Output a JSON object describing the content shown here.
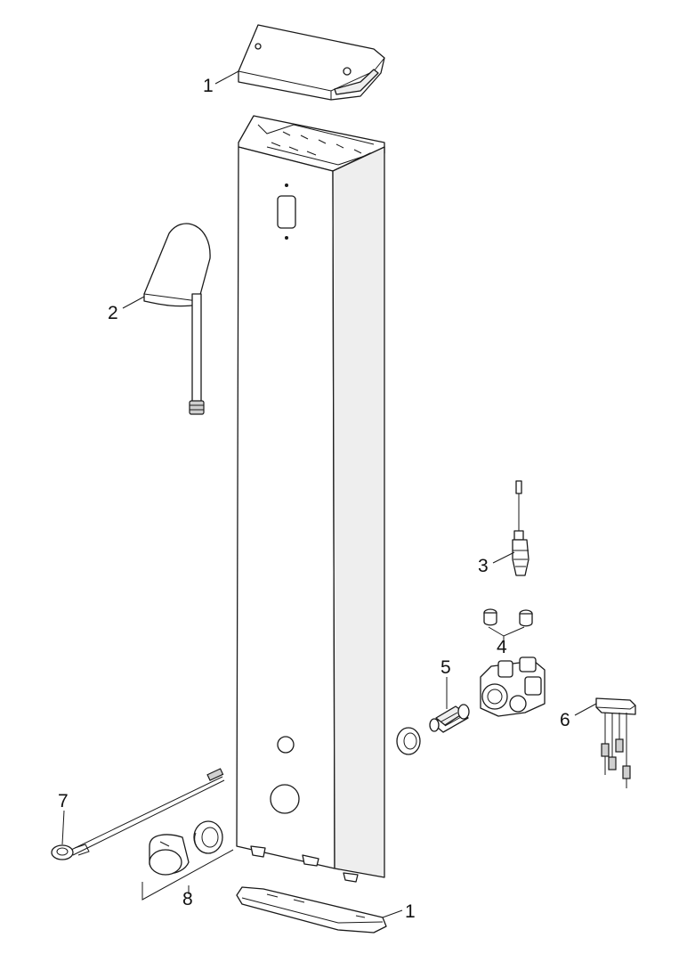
{
  "callouts": [
    {
      "id": "lid-top",
      "text": "1"
    },
    {
      "id": "spout",
      "text": "2"
    },
    {
      "id": "solenoid-valve",
      "text": "3"
    },
    {
      "id": "check-valves",
      "text": "4"
    },
    {
      "id": "thermostatic-cartridge",
      "text": "5"
    },
    {
      "id": "cable-connector",
      "text": "6"
    },
    {
      "id": "push-button",
      "text": "7"
    },
    {
      "id": "handle-set",
      "text": "8"
    },
    {
      "id": "base-cover",
      "text": "1"
    }
  ]
}
